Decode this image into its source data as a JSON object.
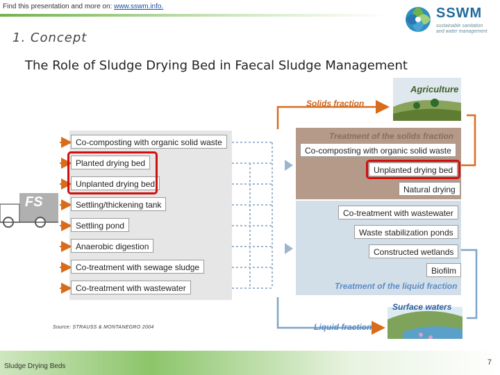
{
  "header": {
    "note_text": "Find this presentation and more on: ",
    "note_link": "www.sswm.info.",
    "logo_name": "SSWM",
    "logo_tagline_1": "sustainable sanitation",
    "logo_tagline_2": "and water management"
  },
  "slide": {
    "section": "1. Concept",
    "title": "The Role of Sludge Drying Bed in Faecal Sludge Management"
  },
  "diagram": {
    "truck_label": "FS",
    "left_options": [
      "Co-composting with organic solid waste",
      "Planted drying bed",
      "Unplanted drying bed",
      "Settling/thickening tank",
      "Settling pond",
      "Anaerobic digestion",
      "Co-treatment with sewage sludge",
      "Co-treatment with wastewater"
    ],
    "solids_header": "Treatment of the solids fraction",
    "solids_items": [
      "Co-composting with organic solid waste",
      "Unplanted drying bed",
      "Natural drying"
    ],
    "liquid_items": [
      "Co-treatment with wastewater",
      "Waste stabilization ponds",
      "Constructed wetlands",
      "Biofilm"
    ],
    "liquid_footer": "Treatment of the liquid fraction",
    "agriculture_label": "Agriculture",
    "solids_fraction_label": "Solids fraction",
    "surface_waters_label": "Surface waters",
    "liquid_fraction_label": "Liquid fraction",
    "source": "Source: STRAUSS & MONTANEGRO 2004",
    "colors": {
      "highlight": "#d10f0f",
      "arrow": "#d96c1a",
      "solids_panel": "#b59a89",
      "liquid_panel": "#d3dfe8",
      "left_panel": "#e6e6e6",
      "label_blue": "#5b8cc8"
    }
  },
  "footer": {
    "left_text": "Sludge Drying Beds",
    "page_number": "7"
  }
}
